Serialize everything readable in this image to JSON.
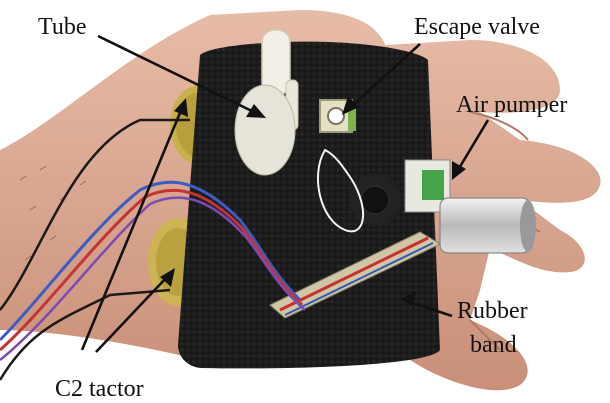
{
  "figure": {
    "labels": {
      "tube": "Tube",
      "escape_valve": "Escape valve",
      "air_pumper": "Air pumper",
      "rubber_band_line1": "Rubber",
      "rubber_band_line2": "band",
      "c2_tactor": "C2 tactor"
    },
    "colors": {
      "background": "#ffffff",
      "skin": "#d9ab95",
      "wristband": "#1b1b1b",
      "label_text": "#111111"
    }
  }
}
